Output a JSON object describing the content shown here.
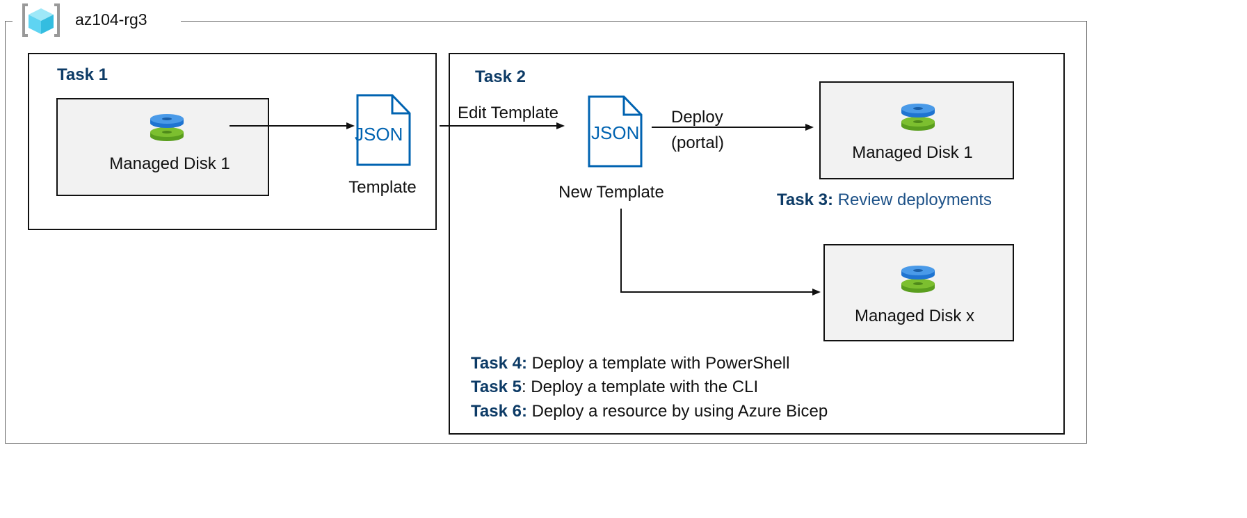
{
  "group": {
    "label": "az104-rg3",
    "icon": "resource-group-icon"
  },
  "task1": {
    "label": "Task 1",
    "disk_label": "Managed Disk 1",
    "template_label": "Template",
    "json_text": "JSON"
  },
  "task2": {
    "label": "Task 2",
    "edit_label": "Edit Template",
    "new_template_label": "New Template",
    "json_text": "JSON",
    "deploy_label": "Deploy",
    "deploy_sub": "(portal)",
    "disk1_label": "Managed Disk 1",
    "diskx_label": "Managed Disk x"
  },
  "task3": {
    "prefix": "Task 3:",
    "text": " Review deployments"
  },
  "tasks": [
    {
      "prefix": "Task 4:",
      "text": " Deploy a template with PowerShell"
    },
    {
      "prefix": "Task 5",
      "text": ": Deploy a template with the CLI"
    },
    {
      "prefix": "Task 6:",
      "text": " Deploy a resource by using Azure Bicep"
    }
  ],
  "colors": {
    "task_title": "#0d3b66",
    "json_blue": "#0063b1",
    "disk_blue": "#3c8fe0",
    "disk_green": "#76b82a",
    "box_fill": "#f2f2f2"
  }
}
